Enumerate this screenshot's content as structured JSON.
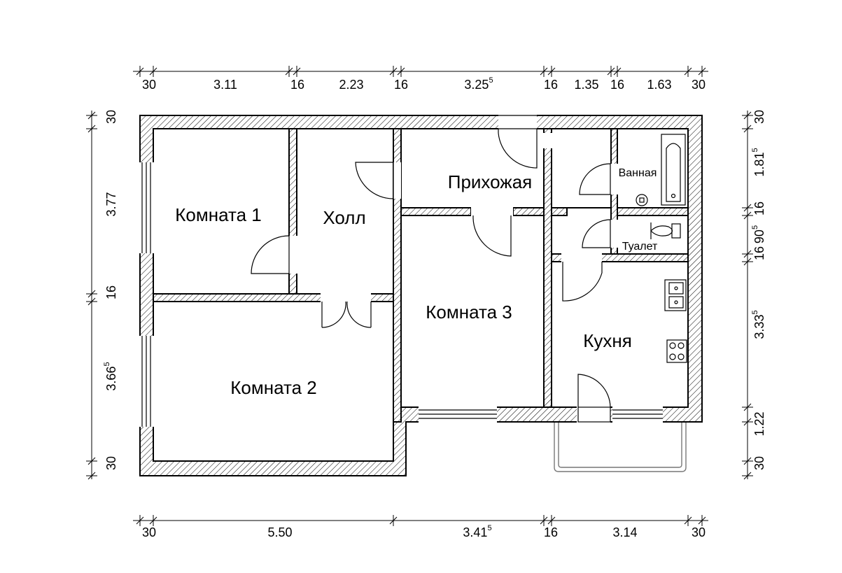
{
  "rooms": {
    "room1": "Комната 1",
    "hall": "Холл",
    "hallway": "Прихожая",
    "room2": "Комната 2",
    "room3": "Комната 3",
    "bathroom": "Ванная",
    "toilet": "Туалет",
    "kitchen": "Кухня"
  },
  "dimensions": {
    "top": [
      {
        "main": "30",
        "sup": ""
      },
      {
        "main": "3.11",
        "sup": ""
      },
      {
        "main": "16",
        "sup": ""
      },
      {
        "main": "2.23",
        "sup": ""
      },
      {
        "main": "16",
        "sup": ""
      },
      {
        "main": "3.25",
        "sup": "5"
      },
      {
        "main": "16",
        "sup": ""
      },
      {
        "main": "1.35",
        "sup": ""
      },
      {
        "main": "16",
        "sup": ""
      },
      {
        "main": "1.63",
        "sup": ""
      },
      {
        "main": "30",
        "sup": ""
      }
    ],
    "bottom": [
      {
        "main": "30",
        "sup": ""
      },
      {
        "main": "5.50",
        "sup": ""
      },
      {
        "main": "3.41",
        "sup": "5"
      },
      {
        "main": "16",
        "sup": ""
      },
      {
        "main": "3.14",
        "sup": ""
      },
      {
        "main": "30",
        "sup": ""
      }
    ],
    "left": [
      {
        "main": "30",
        "sup": ""
      },
      {
        "main": "3.77",
        "sup": ""
      },
      {
        "main": "16",
        "sup": ""
      },
      {
        "main": "3.66",
        "sup": "5"
      },
      {
        "main": "30",
        "sup": ""
      }
    ],
    "right": [
      {
        "main": "30",
        "sup": ""
      },
      {
        "main": "1.81",
        "sup": "5"
      },
      {
        "main": "16",
        "sup": ""
      },
      {
        "main": "90",
        "sup": "5"
      },
      {
        "main": "16",
        "sup": ""
      },
      {
        "main": "3.33",
        "sup": "5"
      },
      {
        "main": "1.22",
        "sup": ""
      },
      {
        "main": "30",
        "sup": ""
      }
    ]
  }
}
